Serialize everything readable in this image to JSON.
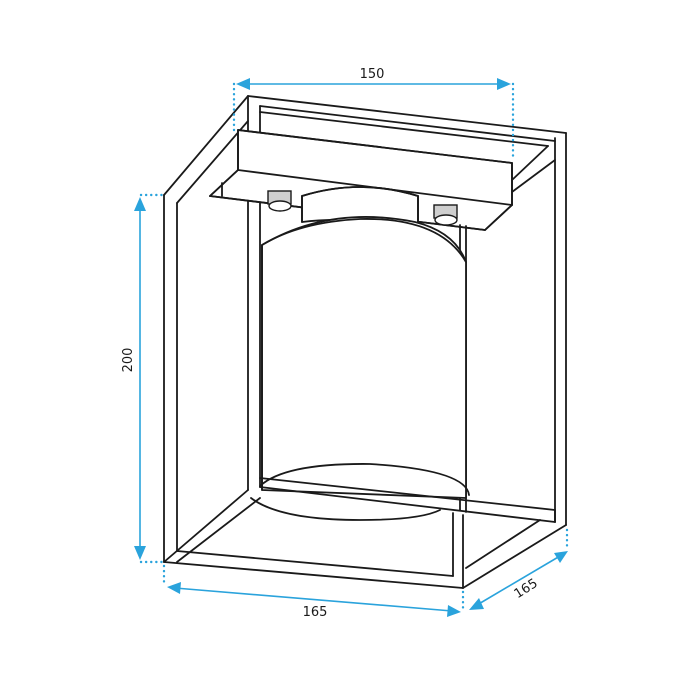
{
  "diagram": {
    "type": "dimension-drawing",
    "subject": "square-frame ceiling lamp with cylindrical shade",
    "accent_color": "#2aa3dc",
    "line_color": "#1a1a1a",
    "dimensions": {
      "top_width": {
        "value": "150",
        "label": "150"
      },
      "height": {
        "value": "200",
        "label": "200"
      },
      "bottom_width": {
        "value": "165",
        "label": "165"
      },
      "depth": {
        "value": "165",
        "label": "165"
      }
    }
  }
}
